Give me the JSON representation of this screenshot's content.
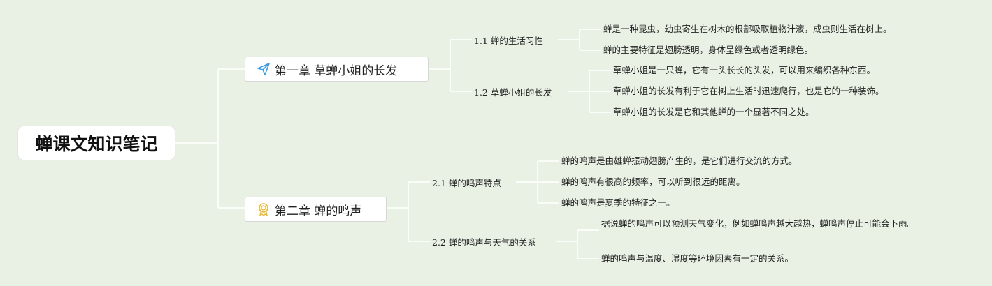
{
  "root": {
    "title": "蝉课文知识笔记"
  },
  "chapters": [
    {
      "title": "第一章 草蝉小姐的长发",
      "icon": "paper-plane-icon",
      "sections": [
        {
          "title": "1.1 蝉的生活习性",
          "points": [
            "蝉是一种昆虫，幼虫寄生在树木的根部吸取植物汁液，成虫则生活在树上。",
            "蝉的主要特征是翅膀透明，身体呈绿色或者透明绿色。"
          ]
        },
        {
          "title": "1.2 草蝉小姐的长发",
          "points": [
            "草蝉小姐是一只蝉，它有一头长长的头发，可以用来编织各种东西。",
            "草蝉小姐的长发有利于它在树上生活时迅速爬行，也是它的一种装饰。",
            "草蝉小姐的长发是它和其他蝉的一个显著不同之处。"
          ]
        }
      ]
    },
    {
      "title": "第二章 蝉的鸣声",
      "icon": "award-ribbon-icon",
      "sections": [
        {
          "title": "2.1 蝉的鸣声特点",
          "points": [
            "蝉的鸣声是由雄蝉振动翅膀产生的，是它们进行交流的方式。",
            "蝉的鸣声有很高的频率，可以听到很远的距离。",
            "蝉的鸣声是夏季的特征之一。"
          ]
        },
        {
          "title": "2.2 蝉的鸣声与天气的关系",
          "points": [
            "据说蝉的鸣声可以预测天气变化，例如蝉鸣声越大越热，蝉鸣声停止可能会下雨。",
            "蝉的鸣声与温度、湿度等环境因素有一定的关系。"
          ]
        }
      ]
    }
  ],
  "colors": {
    "line": "#ffffff",
    "icon_blue": "#3c9be0",
    "icon_gold": "#e8b832"
  }
}
